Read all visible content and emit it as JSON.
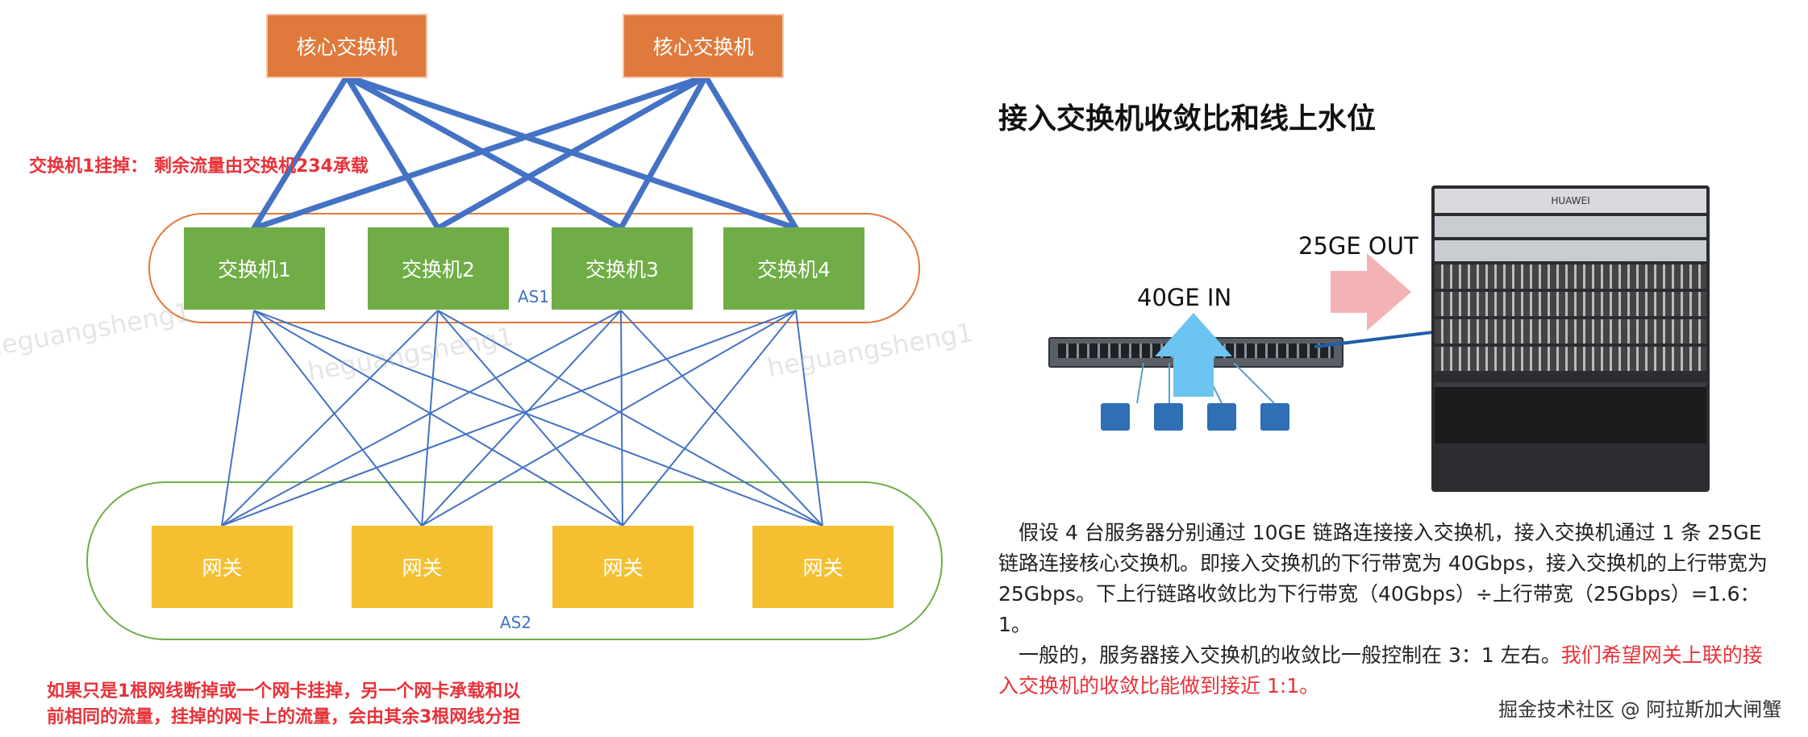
{
  "left_diagram": {
    "core_switches": [
      "核心交换机",
      "核心交换机"
    ],
    "note_top": "交换机1挂掉： 剩余流量由交换机234承载",
    "access_switches": [
      "交换机1",
      "交换机2",
      "交换机3",
      "交换机4"
    ],
    "as1_label": "AS1",
    "gateways": [
      "网关",
      "网关",
      "网关",
      "网关"
    ],
    "as2_label": "AS2",
    "note_bottom_line1": "如果只是1根网线断掉或一个网卡挂掉，另一个网卡承载和以",
    "note_bottom_line2": "前相同的流量，挂掉的网卡上的流量，会由其余3根网线分担",
    "watermark": "heguangsheng1"
  },
  "right_panel": {
    "title": "接入交换机收敛比和线上水位",
    "label_in": "40GE IN",
    "label_out": "25GE OUT",
    "device_brand": "HUAWEI",
    "paragraph1": "假设 4 台服务器分别通过 10GE 链路连接接入交换机，接入交换机通过 1 条 25GE 链路连接核心交换机。即接入交换机的下行带宽为 40Gbps，接入交换机的上行带宽为 25Gbps。下上行链路收敛比为下行带宽（40Gbps）÷上行带宽（25Gbps）=1.6：1。",
    "paragraph2_normal": "一般的，服务器接入交换机的收敛比一般控制在 3：1 左右。",
    "paragraph2_red": "我们希望网关上联的接入交换机的收敛比能做到接近 1:1。",
    "footer": "掘金技术社区 @ 阿拉斯加大闸蟹"
  },
  "colors": {
    "core": "#e07a3c",
    "access": "#70ad47",
    "gateway": "#f4c032",
    "link": "#4472c4",
    "alert": "#e8323a"
  }
}
